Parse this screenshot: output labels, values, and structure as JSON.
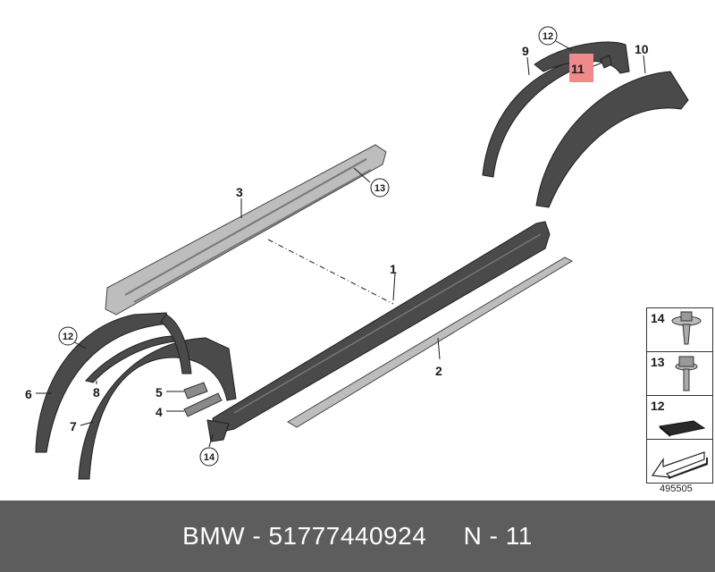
{
  "diagram": {
    "highlight_color": "#f08a8a",
    "callouts": {
      "c1": "1",
      "c2": "2",
      "c3": "3",
      "c4": "4",
      "c5": "5",
      "c6": "6",
      "c7": "7",
      "c8": "8",
      "c9": "9",
      "c10": "10",
      "c11": "11",
      "c12_top": "12",
      "c12_left": "12",
      "c13": "13",
      "c14": "14"
    }
  },
  "legend": {
    "items": [
      "14",
      "13",
      "12"
    ]
  },
  "reference_code": "495505",
  "footer": {
    "text": "BMW - 51777440924     N - 11"
  }
}
